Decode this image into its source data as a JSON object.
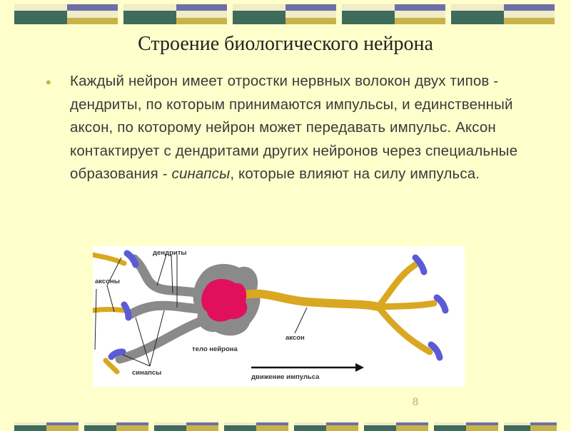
{
  "colors": {
    "background": "#FFFFCC",
    "stripe_green": "#3F6B5A",
    "stripe_blue": "#6D6FA8",
    "stripe_tan": "#C8B34A",
    "stripe_cream": "#F0ECC8",
    "bullet": "#C8B34A",
    "axon_gold": "#D9A820",
    "dendrite_gray": "#8A8A8A",
    "soma_red": "#E0105C",
    "synapse_blue": "#5B5BD6"
  },
  "slide": {
    "title": "Строение биологического нейрона",
    "bullet_symbol": "•",
    "text_before_italic": "Каждый нейрон имеет отростки нервных волокон двух типов - дендриты, по которым принимаются импульсы, и единственный аксон, по которому нейрон может передавать импульс. Аксон контактирует с дендритами других нейронов через специальные образования - ",
    "text_italic": "синапсы",
    "text_after_italic": ", которые влияют на силу импульса.",
    "page_number": "8"
  },
  "diagram": {
    "label_dendrites": "дендриты",
    "label_axons": "аксоны",
    "label_axon": "аксон",
    "label_cell_body": "тело нейрона",
    "label_synapses": "синапсы",
    "label_impulse": "движение импульса"
  }
}
